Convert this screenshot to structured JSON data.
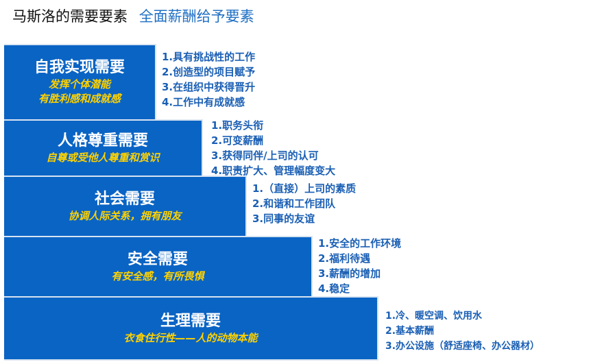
{
  "title": {
    "left": "马斯洛的需要要素",
    "right": "全面薪酬给予要素"
  },
  "levels": [
    {
      "name": "自我实现需要",
      "desc": [
        "发挥个体潜能",
        "有胜利感和成就感"
      ],
      "items": [
        "1.具有挑战性的工作",
        "2.创造型的项目赋予",
        "3.在组织中获得晋升",
        "4.工作中有成就感"
      ]
    },
    {
      "name": "人格尊重需要",
      "desc": [
        "自尊或受他人尊重和赏识"
      ],
      "items": [
        "1.职务头衔",
        "2.可变薪酬",
        "3.获得同伴/上司的认可",
        "4.职责扩大、管理幅度变大"
      ]
    },
    {
      "name": "社会需要",
      "desc": [
        "协调人际关系，拥有朋友"
      ],
      "items": [
        "1.（直接）上司的素质",
        "2.和谐和工作团队",
        "3.同事的友谊"
      ]
    },
    {
      "name": "安全需要",
      "desc": [
        "有安全感，有所畏惧"
      ],
      "items": [
        "1.安全的工作环境",
        "2.福利待遇",
        "3.薪酬的增加",
        "4.稳定"
      ]
    },
    {
      "name": "生理需要",
      "desc": [
        "衣食住行性——人的动物本能"
      ],
      "items": [
        "1.冷、暖空调、饮用水",
        "2.基本薪酬",
        "3.办公设施（舒适座椅、办公器材）"
      ]
    }
  ]
}
